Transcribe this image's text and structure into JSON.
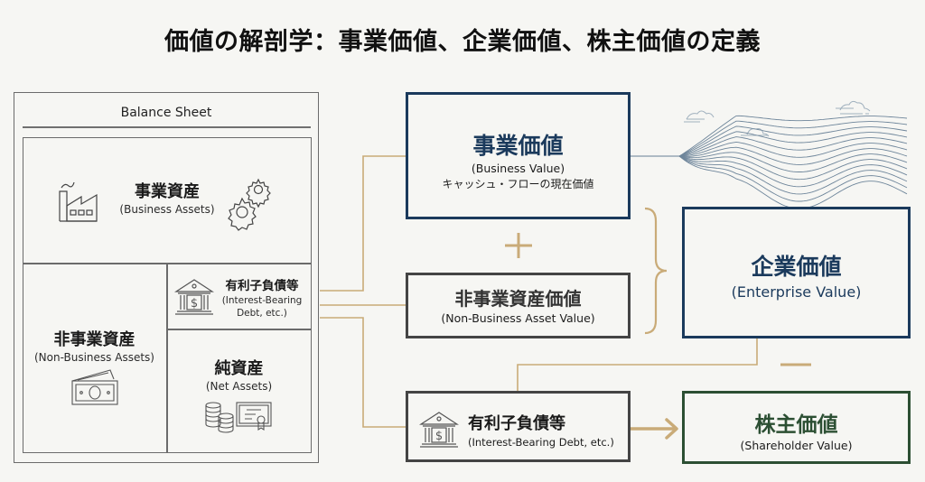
{
  "title": "価値の解剖学：事業価値、企業価値、株主価値の定義",
  "balance_sheet": {
    "heading": "Balance Sheet",
    "business_assets": {
      "jp": "事業資産",
      "en": "(Business Assets)",
      "icons": [
        "factory-icon",
        "gears-icon"
      ]
    },
    "non_business_assets": {
      "jp": "非事業資産",
      "en": "(Non-Business Assets)",
      "icon": "cash-bill-icon"
    },
    "interest_bearing_debt": {
      "jp": "有利子負債等",
      "en_line1": "(Interest-Bearing",
      "en_line2": "Debt, etc.)",
      "icon": "bank-icon"
    },
    "net_assets": {
      "jp": "純資産",
      "en": "(Net Assets)",
      "icons": [
        "coins-icon",
        "certificate-icon"
      ]
    }
  },
  "business_value": {
    "jp": "事業価値",
    "en": "(Business Value)",
    "desc": "キャッシュ・フローの現在価値"
  },
  "plus_sign": "+",
  "non_business_asset_value": {
    "jp": "非事業資産価値",
    "en": "(Non-Business Asset Value)"
  },
  "interest_bearing_debt_box": {
    "jp": "有利子負債等",
    "en": "(Interest-Bearing Debt, etc.)",
    "icon": "bank-icon"
  },
  "enterprise_value": {
    "jp": "企業価値",
    "en": "(Enterprise Value)"
  },
  "minus_sign": "−",
  "shareholder_value": {
    "jp": "株主価値",
    "en": "(Shareholder Value)"
  },
  "colors": {
    "navy": "#1b3a5c",
    "gold": "#c9ab78",
    "dark_gray": "#444444",
    "green": "#2c4f33",
    "wave": "#4d6a85",
    "background": "#f6f6f3"
  }
}
